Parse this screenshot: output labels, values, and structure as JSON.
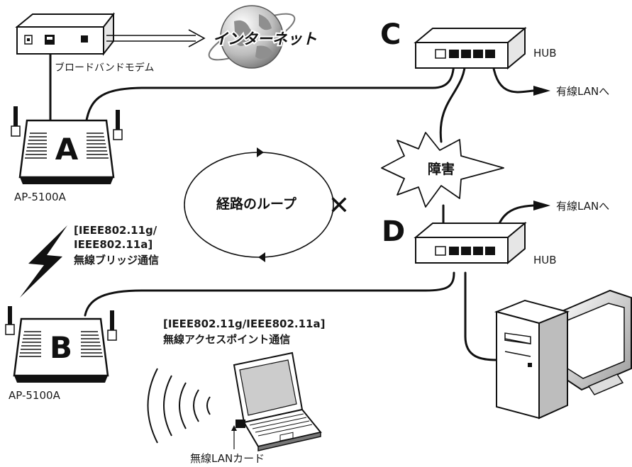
{
  "modem": {
    "label": "ブロードバンドモデム"
  },
  "internet": {
    "label": "インターネット"
  },
  "ap_a": {
    "letter": "A",
    "model": "AP-5100A"
  },
  "ap_b": {
    "letter": "B",
    "model": "AP-5100A"
  },
  "hub_c": {
    "letter": "C",
    "label": "HUB",
    "lan_out": "有線LANへ"
  },
  "hub_d": {
    "letter": "D",
    "label": "HUB",
    "lan_out": "有線LANへ"
  },
  "fault": {
    "label": "障害"
  },
  "loop": {
    "label": "経路のループ",
    "mark": "✕"
  },
  "bridge": {
    "line1": "[IEEE802.11g/",
    "line2": "IEEE802.11a]",
    "line3": "無線ブリッジ通信"
  },
  "ap_comm": {
    "line1": "[IEEE802.11g/IEEE802.11a]",
    "line2": "無線アクセスポイント通信"
  },
  "lan_card": {
    "label": "無線LANカード"
  }
}
